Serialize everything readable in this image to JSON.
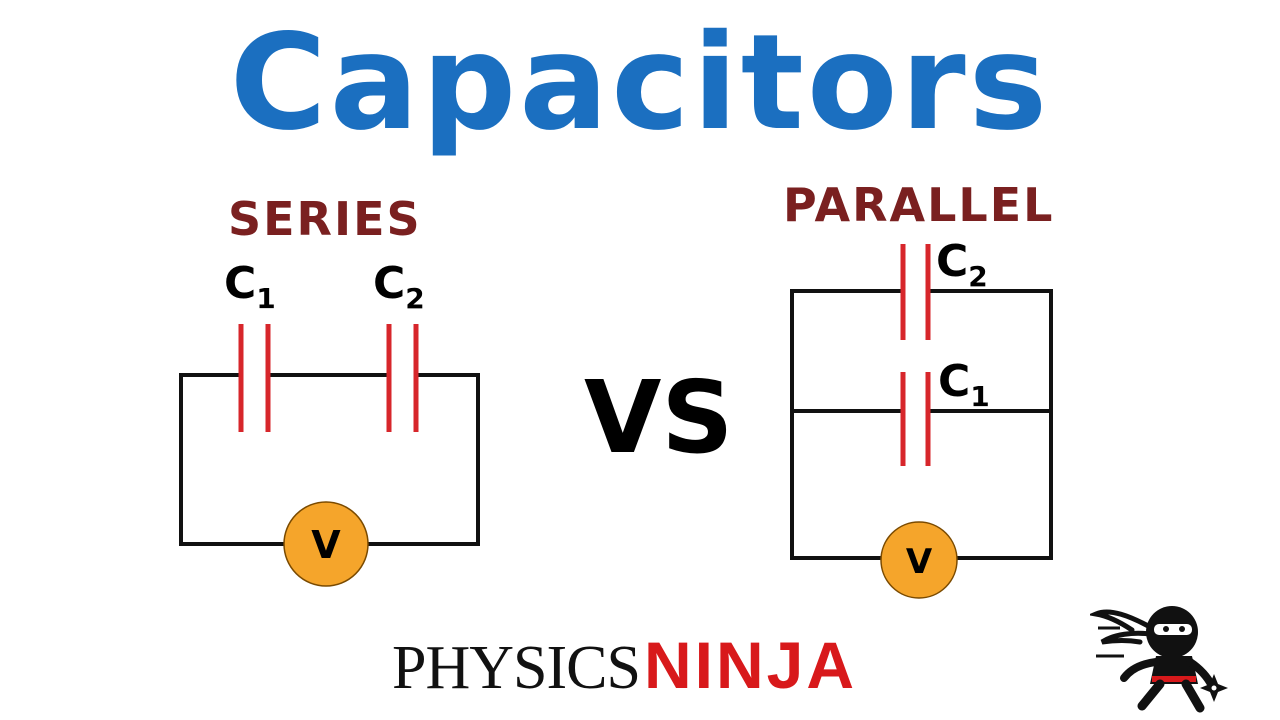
{
  "title": "Capacitors",
  "vs_text": "VS",
  "series": {
    "heading": "SERIES",
    "capacitors": [
      {
        "letter": "C",
        "index": "1"
      },
      {
        "letter": "C",
        "index": "2"
      }
    ],
    "meter": "V"
  },
  "parallel": {
    "heading": "PARALLEL",
    "capacitors": [
      {
        "letter": "C",
        "index": "2"
      },
      {
        "letter": "C",
        "index": "1"
      }
    ],
    "meter": "V"
  },
  "brand": {
    "part1": "PHYSICS",
    "part2": "NINJA"
  },
  "colors": {
    "title": "#1b6fc0",
    "heading": "#7a2020",
    "capacitor_plate": "#d7262b",
    "wire": "#111111",
    "meter_fill": "#f5a52b",
    "brand_red": "#d8191b"
  },
  "icons": {
    "mascot": "ninja-mascot-icon",
    "voltmeter": "voltmeter-icon"
  }
}
